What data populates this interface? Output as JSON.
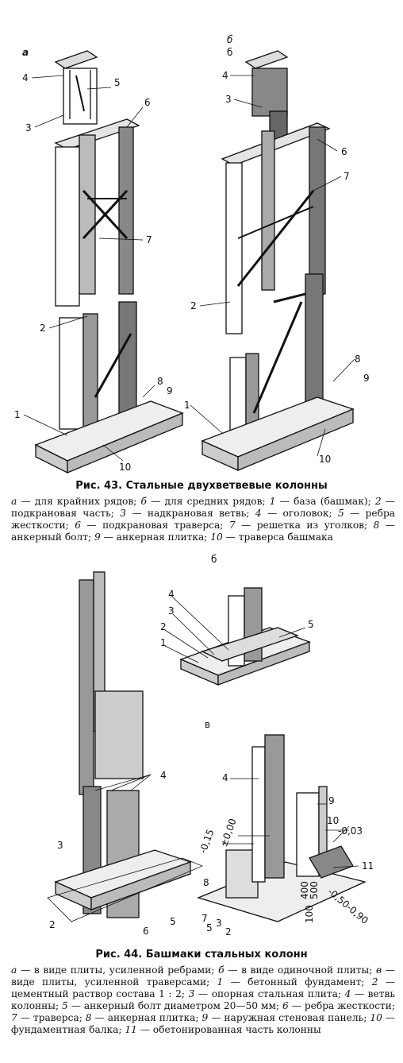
{
  "fig43": {
    "panel_a": "а",
    "panel_b": "б",
    "labels_a": [
      "4",
      "5",
      "3",
      "6",
      "7",
      "2",
      "1",
      "8",
      "9",
      "10"
    ],
    "labels_b": [
      "б",
      "4",
      "3",
      "6",
      "7",
      "2",
      "8",
      "9",
      "1",
      "10"
    ],
    "title": "Рис. 43. Стальные двухветвевые колонны",
    "legend": [
      {
        "k": "а",
        "t": " — для крайних рядов; "
      },
      {
        "k": "б",
        "t": " — для средних рядов; "
      },
      {
        "k": "1",
        "t": " — база (башмак); "
      },
      {
        "k": "2",
        "t": " — подкрановая часть; "
      },
      {
        "k": "3",
        "t": " — надкрановая ветвь; "
      },
      {
        "k": "4",
        "t": " — оголовок; "
      },
      {
        "k": "5",
        "t": " — ребра жесткости; "
      },
      {
        "k": "6",
        "t": " — подкрановая траверса; "
      },
      {
        "k": "7",
        "t": " — решетка из уголков; "
      },
      {
        "k": "8",
        "t": " — анкерный болт; "
      },
      {
        "k": "9",
        "t": " — анкерная плитка; "
      },
      {
        "k": "10",
        "t": " — траверса башмака"
      }
    ]
  },
  "fig44": {
    "panel_b": "б",
    "panel_v": "в",
    "labels_left": [
      "4",
      "3",
      "2",
      "6",
      "5"
    ],
    "labels_b": [
      "4",
      "3",
      "2",
      "1",
      "5"
    ],
    "labels_v": [
      "4",
      "9",
      "10",
      "-0,03",
      "-0,15",
      "±0,00",
      "8",
      "7",
      "5",
      "3",
      "2",
      "400",
      "500",
      "100",
      "-0,50-0,90",
      "11"
    ],
    "title": "Рис. 44. Башмаки стальных колонн",
    "legend": [
      {
        "k": "а",
        "t": " — в виде плиты, усиленной ребрами; "
      },
      {
        "k": "б",
        "t": " — в виде одиночной плиты; "
      },
      {
        "k": "в",
        "t": " — виде плиты, усиленной траверсами; "
      },
      {
        "k": "1",
        "t": " — бетонный фундамент; "
      },
      {
        "k": "2",
        "t": " — цементный раствор состава 1 : 2; "
      },
      {
        "k": "3",
        "t": " — опорная стальная плита; "
      },
      {
        "k": "4",
        "t": " — ветвь колонны; "
      },
      {
        "k": "5",
        "t": " — анкерный болт диаметром 20—50 мм; "
      },
      {
        "k": "6",
        "t": " — ребра жесткости; "
      },
      {
        "k": "7",
        "t": " — траверса; "
      },
      {
        "k": "8",
        "t": " — анкерная плитка; "
      },
      {
        "k": "9",
        "t": " — наружная стеновая панель; "
      },
      {
        "k": "10",
        "t": " — фундаментная балка; "
      },
      {
        "k": "11",
        "t": " — обетонированная часть колонны"
      }
    ]
  }
}
